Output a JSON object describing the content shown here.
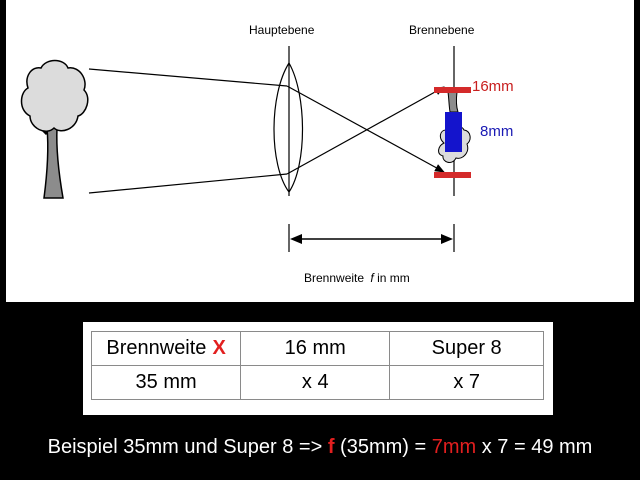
{
  "diagram": {
    "principal_plane_label": "Hauptebene",
    "focal_plane_label": "Brennebene",
    "size_large_label": "16mm",
    "size_small_label": "8mm",
    "focal_length_label": "Brennweite",
    "focal_symbol": "f",
    "focal_unit": "in mm",
    "colors": {
      "red": "#d42a2a",
      "blue": "#1414cc",
      "label_red": "#c81e1e",
      "label_blue": "#1a1ab4"
    }
  },
  "table": {
    "header": {
      "col1": "Brennweite",
      "col1_mark": "X",
      "col2": "16 mm",
      "col3": "Super 8"
    },
    "row": {
      "col1": "35 mm",
      "col2": "x 4",
      "col3": "x 7"
    }
  },
  "formula": {
    "prefix": "Beispiel 35mm und Super 8 =>",
    "f_symbol": "f",
    "middle": "(35mm) =",
    "value_red": "7mm",
    "suffix": "x 7 = 49 mm"
  }
}
